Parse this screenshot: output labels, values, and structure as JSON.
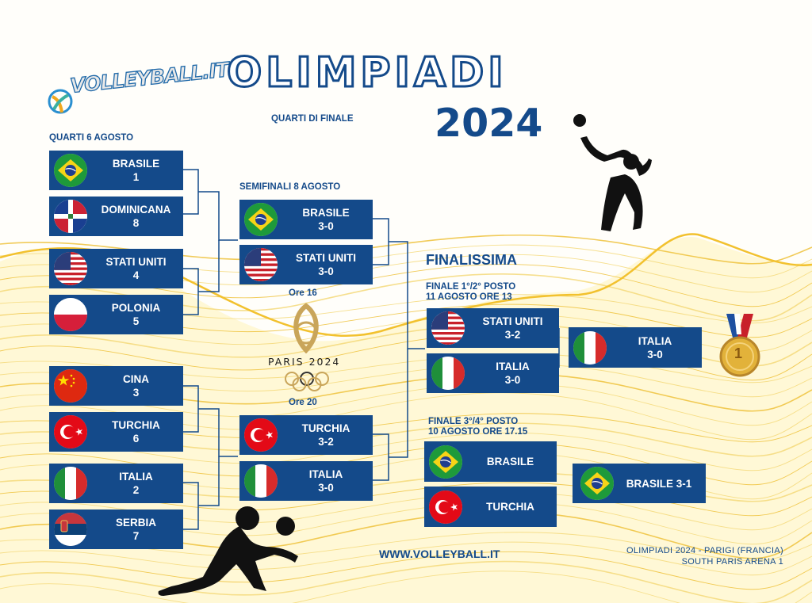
{
  "brand": {
    "logo_text": "VOLLEYBALL.IT",
    "website": "WWW.VOLLEYBALL.IT"
  },
  "title": {
    "main": "OLIMPIADI",
    "year": "2024",
    "subtitle": "QUARTI DI FINALE"
  },
  "sections": {
    "quarti": "QUARTI 6 AGOSTO",
    "semifinali": "SEMIFINALI 8 AGOSTO",
    "finalissima": "FINALISSIMA",
    "finale12": [
      "FINALE 1°/2° POSTO",
      "11 AGOSTO ORE 13"
    ],
    "finale34": [
      "FINALE 3°/4° POSTO",
      "10 AGOSTO ORE 17.15"
    ]
  },
  "times": {
    "semi1": "Ore 16",
    "semi2": "Ore 20"
  },
  "paris_logo": {
    "text": "PARIS 2024"
  },
  "footer": {
    "line1": "OLIMPIADI 2024 - PARIGI (FRANCIA)",
    "line2": "SOUTH PARIS ARENA 1"
  },
  "quarter_finals": [
    {
      "country": "BRASILE",
      "score": "1",
      "flag": "brazil"
    },
    {
      "country": "DOMINICANA",
      "score": "8",
      "flag": "dominican-republic"
    },
    {
      "country": "STATI UNITI",
      "score": "4",
      "flag": "usa"
    },
    {
      "country": "POLONIA",
      "score": "5",
      "flag": "poland"
    },
    {
      "country": "CINA",
      "score": "3",
      "flag": "china"
    },
    {
      "country": "TURCHIA",
      "score": "6",
      "flag": "turkey"
    },
    {
      "country": "ITALIA",
      "score": "2",
      "flag": "italy"
    },
    {
      "country": "SERBIA",
      "score": "7",
      "flag": "serbia"
    }
  ],
  "semi_finals": [
    {
      "country": "BRASILE",
      "score": "3-0",
      "flag": "brazil"
    },
    {
      "country": "STATI UNITI",
      "score": "3-0",
      "flag": "usa"
    },
    {
      "country": "TURCHIA",
      "score": "3-2",
      "flag": "turkey"
    },
    {
      "country": "ITALIA",
      "score": "3-0",
      "flag": "italy"
    }
  ],
  "final_12": [
    {
      "country": "STATI UNITI",
      "score": "3-2",
      "flag": "usa"
    },
    {
      "country": "ITALIA",
      "score": "3-0",
      "flag": "italy"
    }
  ],
  "final_34": [
    {
      "country": "BRASILE",
      "flag": "brazil"
    },
    {
      "country": "TURCHIA",
      "flag": "turkey"
    }
  ],
  "gold_winner": {
    "country": "ITALIA",
    "score": "3-0",
    "flag": "italy"
  },
  "bronze_winner": {
    "text": "BRASILE 3-1",
    "flag": "brazil"
  },
  "medal": {
    "number": "1"
  },
  "colors": {
    "navy": "#144a8a",
    "gold": "#f2c12e",
    "white": "#ffffff"
  }
}
